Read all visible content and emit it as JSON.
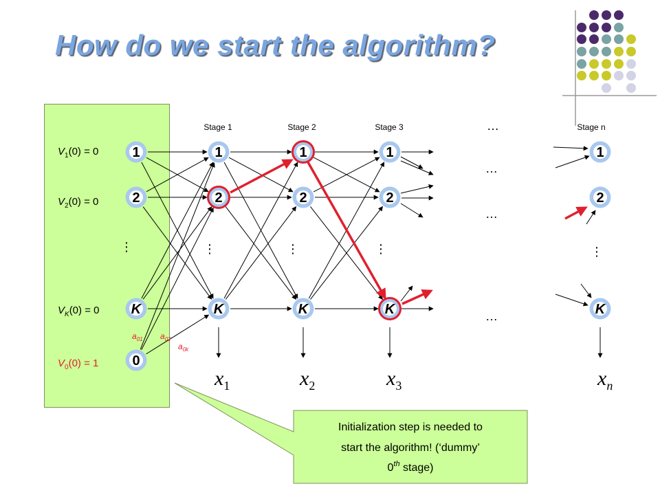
{
  "title": "How do we start the algorithm?",
  "colors": {
    "title": "#7aa6e0",
    "panel": "#ccff99",
    "node_ring": "#a8c8ee",
    "highlight": "#e0202e",
    "annotation_red": "#e0202e",
    "dots": [
      "#4b2a6b",
      "#7aa3a3",
      "#c9c92a",
      "#d3d3e6"
    ]
  },
  "stages": [
    "Stage 1",
    "Stage 2",
    "Stage 3",
    "Stage n"
  ],
  "node_labels": {
    "one": "1",
    "two": "2",
    "k": "K",
    "zero": "0"
  },
  "initial_values": [
    {
      "v": "V",
      "sub": "1",
      "rest": "(0) = 0"
    },
    {
      "v": "V",
      "sub": "2",
      "rest": "(0) = 0"
    },
    {
      "v": "V",
      "sub": "K",
      "rest": "(0) = 0"
    },
    {
      "v": "V",
      "sub": "0",
      "rest": "(0) = 1"
    }
  ],
  "transition_labels": [
    {
      "a": "a",
      "sub": "01"
    },
    {
      "a": "a",
      "sub": "02"
    },
    {
      "a": "a",
      "sub": "0k"
    }
  ],
  "observations": [
    {
      "x": "x",
      "sub": "1"
    },
    {
      "x": "x",
      "sub": "2"
    },
    {
      "x": "x",
      "sub": "3"
    },
    {
      "x": "x",
      "sub": "n"
    }
  ],
  "ellipsis": "…",
  "vdots": "⋮",
  "callout": {
    "line1": "Initialization step is needed to",
    "line2": "start the algorithm! (‘dummy’",
    "line3_pre": "0",
    "line3_sup": "th",
    "line3_post": " stage)"
  }
}
